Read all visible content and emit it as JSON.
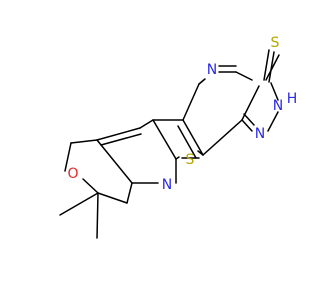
{
  "molecule": {
    "colors": {
      "bond": "#000000",
      "carbon": "#000000",
      "nitrogen": "#2b2be0",
      "oxygen": "#e02b2b",
      "sulfur": "#b5a500",
      "background": "#ffffff"
    },
    "atom_labels": {
      "thione_s": "S",
      "ring_s": "S",
      "pyran_o": "O",
      "pyrimidine_n_top": "N",
      "pyridine_n": "N",
      "triazole_n_lower": "N",
      "triazole_nh": "N",
      "triazole_h": "H"
    }
  }
}
